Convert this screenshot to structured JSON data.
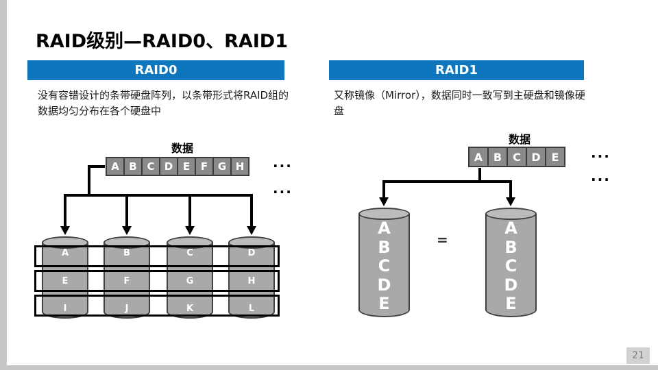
{
  "page": {
    "title": "RAID级别—RAID0、RAID1",
    "page_number": "21"
  },
  "colors": {
    "header_blue": "#0e76bc",
    "cell_gray": "#8a8a8a",
    "disk_gray": "#a9a9a9",
    "arrow_black": "#000000"
  },
  "raid0": {
    "header": "RAID0",
    "description": "没有容错设计的条带硬盘阵列，以条带形式将RAID组的数据均匀分布在各个硬盘中",
    "data_label": "数据",
    "data_cells": [
      "A",
      "B",
      "C",
      "D",
      "E",
      "F",
      "G",
      "H"
    ],
    "ellipsis_top": "···",
    "ellipsis_bottom": "···",
    "disks": [
      {
        "letters": [
          "A",
          "E",
          "I"
        ]
      },
      {
        "letters": [
          "B",
          "F",
          "J"
        ]
      },
      {
        "letters": [
          "C",
          "G",
          "K"
        ]
      },
      {
        "letters": [
          "D",
          "H",
          "L"
        ]
      }
    ]
  },
  "raid1": {
    "header": "RAID1",
    "description": "又称镜像（Mirror），数据同时一致写到主硬盘和镜像硬盘",
    "data_label": "数据",
    "data_cells": [
      "A",
      "B",
      "C",
      "D",
      "E"
    ],
    "ellipsis_top": "···",
    "ellipsis_bottom": "···",
    "equals": "=",
    "disks": [
      {
        "letters": [
          "A",
          "B",
          "C",
          "D",
          "E"
        ]
      },
      {
        "letters": [
          "A",
          "B",
          "C",
          "D",
          "E"
        ]
      }
    ]
  }
}
